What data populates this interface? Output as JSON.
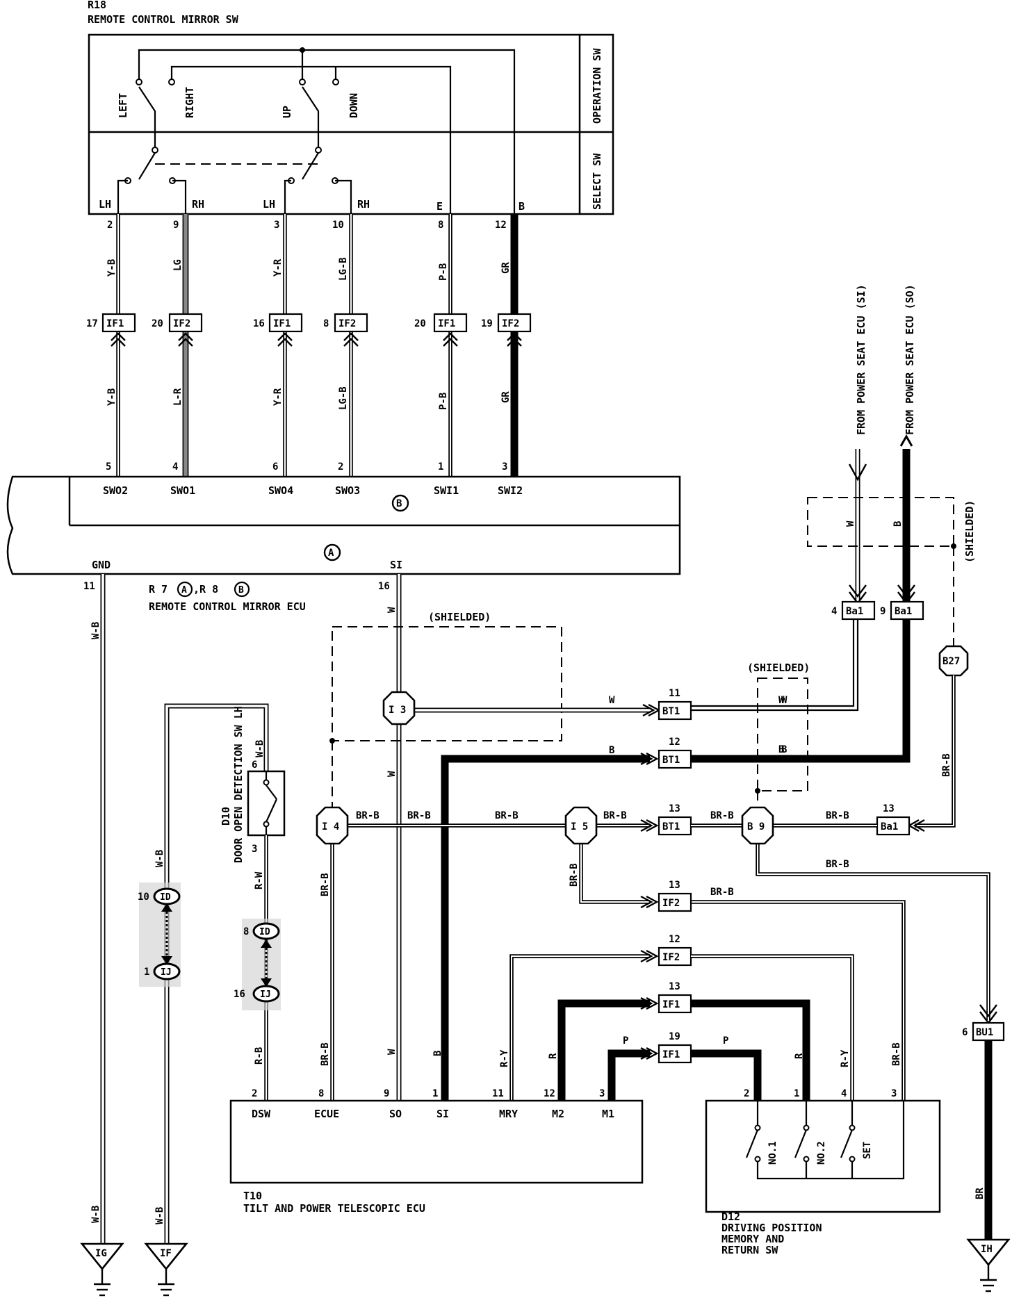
{
  "mirror_switch": {
    "id": "R18",
    "name": "REMOTE CONTROL MIRROR SW",
    "operation_sw_label": "OPERATION SW",
    "select_sw_label": "SELECT SW",
    "contacts": [
      "LEFT",
      "RIGHT",
      "UP",
      "DOWN"
    ],
    "terminals": [
      "LH",
      "RH",
      "LH",
      "RH",
      "E",
      "B"
    ],
    "pins": [
      "2",
      "9",
      "3",
      "10",
      "8",
      "12"
    ]
  },
  "upper_wires": [
    {
      "pin": "2",
      "color_top": "Y-B",
      "conn_pin": "17",
      "conn": "IF1",
      "color_bottom": "Y-B",
      "ecu_pin": "5",
      "ecu_term": "SWO2"
    },
    {
      "pin": "9",
      "color_top": "LG",
      "conn_pin": "20",
      "conn": "IF2",
      "color_bottom": "L-R",
      "ecu_pin": "4",
      "ecu_term": "SWO1"
    },
    {
      "pin": "3",
      "color_top": "Y-R",
      "conn_pin": "16",
      "conn": "IF1",
      "color_bottom": "Y-R",
      "ecu_pin": "6",
      "ecu_term": "SWO4"
    },
    {
      "pin": "10",
      "color_top": "LG-B",
      "conn_pin": "8",
      "conn": "IF2",
      "color_bottom": "LG-B",
      "ecu_pin": "2",
      "ecu_term": "SWO3"
    },
    {
      "pin": "8",
      "color_top": "P-B",
      "conn_pin": "20",
      "conn": "IF1",
      "color_bottom": "P-B",
      "ecu_pin": "1",
      "ecu_term": "SWI1"
    },
    {
      "pin": "12",
      "color_top": "GR",
      "conn_pin": "19",
      "conn": "IF2",
      "color_bottom": "GR",
      "ecu_pin": "3",
      "ecu_term": "SWI2"
    }
  ],
  "mirror_ecu": {
    "connector_b": "B",
    "connector_a": "A",
    "gnd_label": "GND",
    "gnd_pin": "11",
    "si_label": "SI",
    "si_pin": "16",
    "ref_a": "R 7",
    "ref_sep": ",R 8",
    "name": "REMOTE CONTROL MIRROR ECU"
  },
  "from_seat_si": "FROM POWER SEAT ECU (SI)",
  "from_seat_so": "FROM POWER SEAT ECU (SO)",
  "shielded": "(SHIELDED)",
  "ba1_pins": [
    "4",
    "9"
  ],
  "ba1_label": "Ba1",
  "b27": "B27",
  "junctions": {
    "i3": "I 3",
    "i4": "I 4",
    "i5": "I 5",
    "b9": "B 9"
  },
  "bt1_label": "BT1",
  "bt1_pins": [
    "11",
    "12",
    "13"
  ],
  "ba1_13_pin": "13",
  "if2_pins": [
    "13",
    "12"
  ],
  "if1_pins": [
    "13",
    "19"
  ],
  "if2_label": "IF2",
  "if1_label": "IF1",
  "bu1": {
    "pin": "6",
    "label": "BU1"
  },
  "wire_colors": {
    "wb": "W-B",
    "w": "W",
    "b": "B",
    "brb": "BR-B",
    "rw": "R-W",
    "rb": "R-B",
    "ry": "R-Y",
    "r": "R",
    "p": "P",
    "br": "BR"
  },
  "door_sw": {
    "id": "D10",
    "name": "DOOR OPEN DETECTION SW LH",
    "pin6": "6",
    "pin3": "3"
  },
  "splices": [
    {
      "pin": "10",
      "label": "ID"
    },
    {
      "pin": "1",
      "label": "IJ"
    },
    {
      "pin": "8",
      "label": "ID"
    },
    {
      "pin": "16",
      "label": "IJ"
    }
  ],
  "tilt_ecu": {
    "id": "T10",
    "name": "TILT AND POWER TELESCOPIC ECU",
    "terminals": [
      {
        "pin": "2",
        "name": "DSW"
      },
      {
        "pin": "8",
        "name": "ECUE"
      },
      {
        "pin": "9",
        "name": "SO"
      },
      {
        "pin": "1",
        "name": "SI"
      },
      {
        "pin": "11",
        "name": "MRY"
      },
      {
        "pin": "12",
        "name": "M2"
      },
      {
        "pin": "3",
        "name": "M1"
      }
    ]
  },
  "memory_sw": {
    "id": "D12",
    "name_lines": [
      "DRIVING POSITION",
      "MEMORY AND",
      "RETURN SW"
    ],
    "pins": [
      "2",
      "1",
      "4",
      "3"
    ],
    "switches": [
      "NO.1",
      "NO.2",
      "SET"
    ]
  },
  "grounds": [
    "IG",
    "IF",
    "IH"
  ]
}
